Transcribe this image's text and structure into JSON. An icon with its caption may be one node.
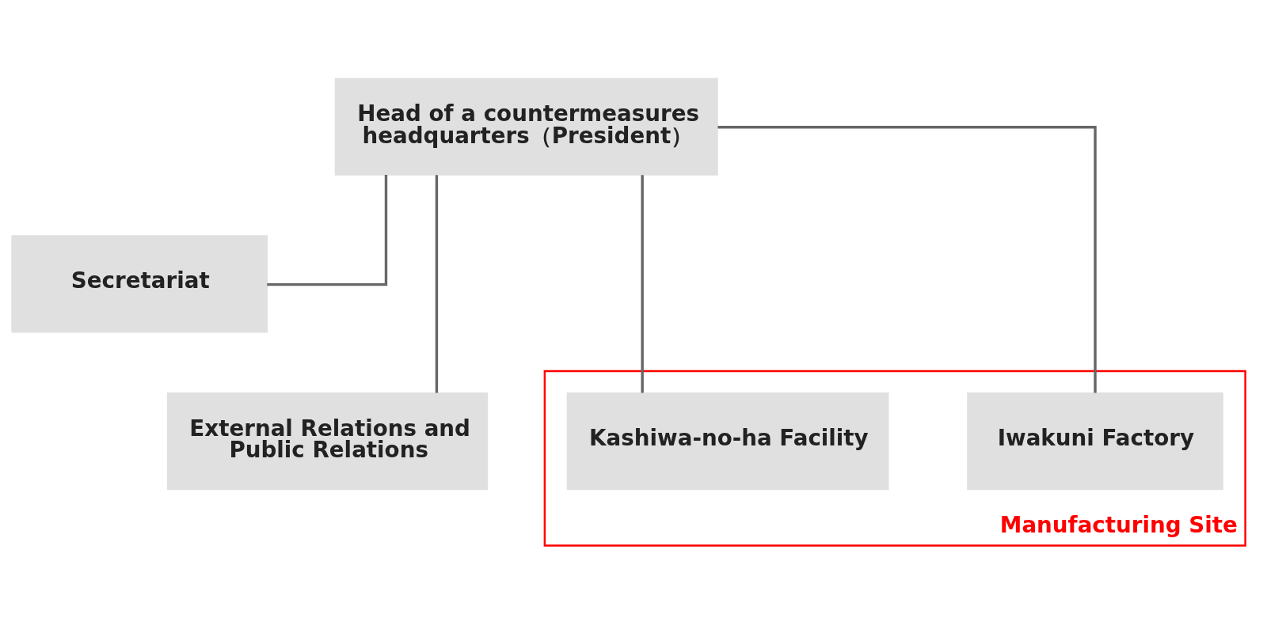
{
  "diagram": {
    "nodes": [
      {
        "text": [
          "Head of a countermeasures headquarters（President）"
        ]
      },
      {
        "text": [
          "Secretariat"
        ]
      },
      {
        "text": [
          "External Relations and Public Relations"
        ]
      },
      {
        "text": [
          "Manufacturing Site"
        ]
      },
      {
        "text": [
          "Kashiwa-no-ha Facility"
        ],
        "in": 3
      },
      {
        "text": [
          "Iwakuni Factory"
        ],
        "in": 3
      }
    ],
    "edges": [
      {
        "from": 0,
        "to": 1,
        "arrow": "none"
      },
      {
        "from": 0,
        "to": 2,
        "arrow": "none"
      },
      {
        "from": 0,
        "to": 4,
        "arrow": "none"
      },
      {
        "from": 0,
        "to": 5,
        "arrow": "none"
      }
    ]
  }
}
